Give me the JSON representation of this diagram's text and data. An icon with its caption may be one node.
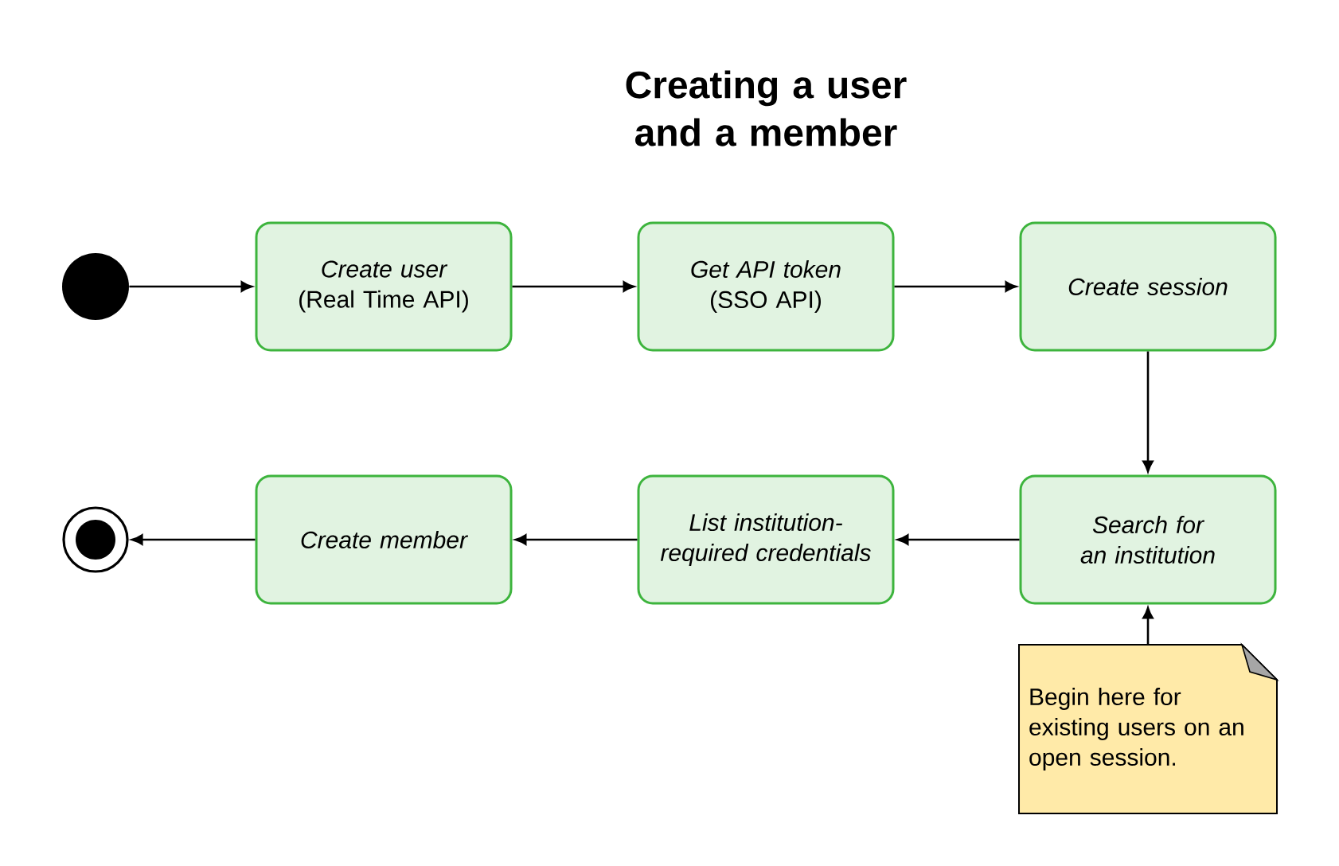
{
  "diagram": {
    "title": "Creating a user and a member",
    "nodes": [
      {
        "text": [],
        "shape": "circle"
      },
      {
        "text": [
          "Create user",
          "(Real Time API)"
        ]
      },
      {
        "text": [
          "Get API token",
          "(SSO API)"
        ]
      },
      {
        "text": [
          "Create session"
        ]
      },
      {
        "text": [
          "Search for an institution"
        ]
      },
      {
        "text": [
          "List institution-required credentials"
        ]
      },
      {
        "text": [
          "Create member"
        ]
      },
      {
        "text": [],
        "shape": "circle"
      },
      {
        "text": [
          "Begin here for existing users on an open session."
        ]
      }
    ],
    "edges": [
      {
        "from": 0,
        "to": 1,
        "arrow": "to"
      },
      {
        "from": 1,
        "to": 2,
        "arrow": "to"
      },
      {
        "from": 2,
        "to": 3,
        "arrow": "to"
      },
      {
        "from": 3,
        "to": 4,
        "arrow": "to"
      },
      {
        "from": 4,
        "to": 5,
        "arrow": "to"
      },
      {
        "from": 5,
        "to": 6,
        "arrow": "to"
      },
      {
        "from": 6,
        "to": 7,
        "arrow": "to"
      },
      {
        "from": 8,
        "to": 4,
        "arrow": "to"
      }
    ]
  }
}
